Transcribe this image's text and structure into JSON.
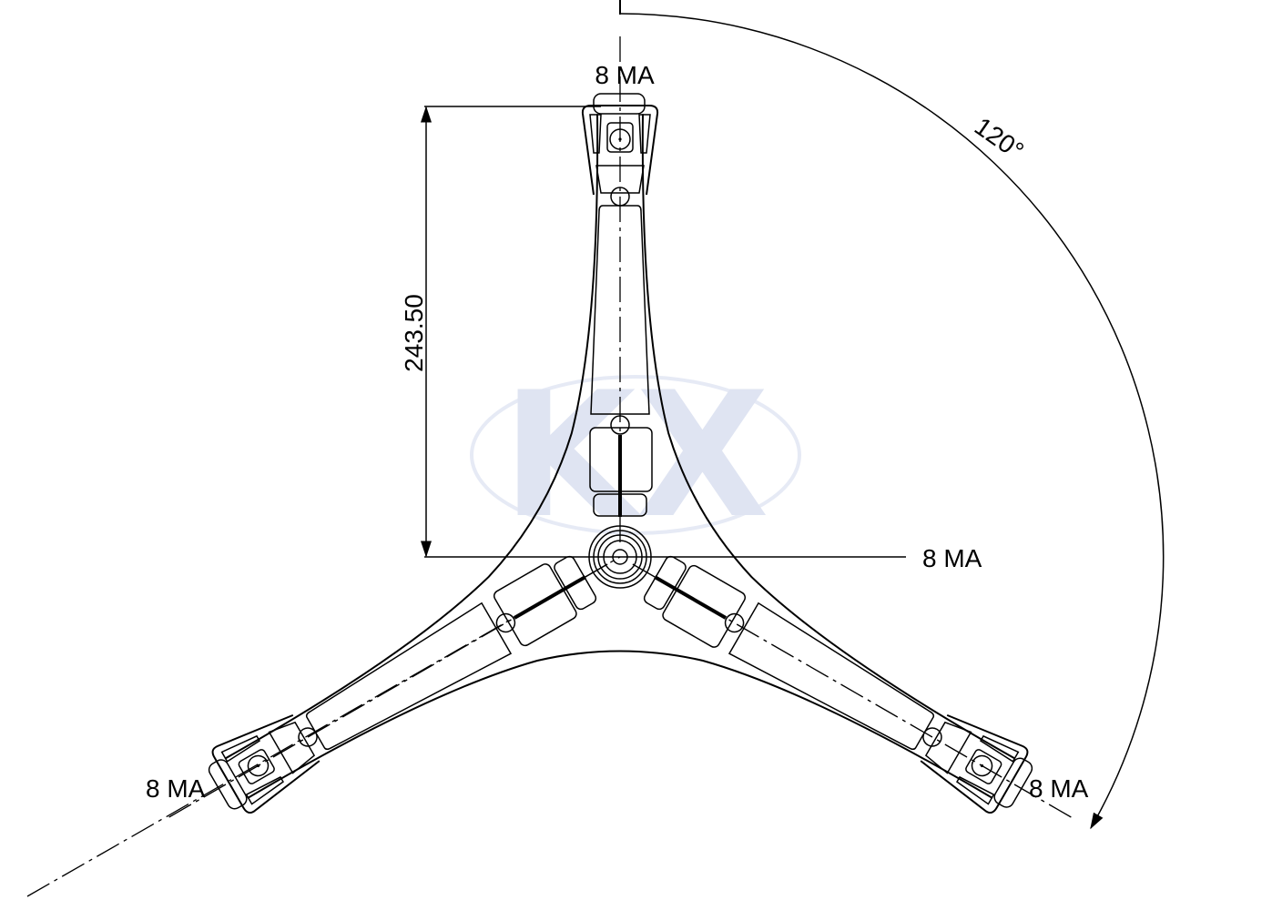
{
  "drawing": {
    "watermark_logo_text": "KX",
    "dimension_height": "243.50",
    "angle_label": "120°",
    "thread_labels": [
      "8 MA",
      "8 MA",
      "8 MA",
      "8 MA"
    ],
    "colors": {
      "line": "#000000",
      "watermark": "#dfe4f2"
    }
  }
}
